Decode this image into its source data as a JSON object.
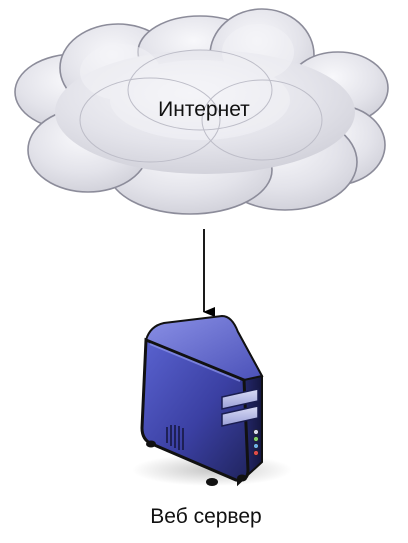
{
  "diagram": {
    "nodes": [
      {
        "id": "internet",
        "kind": "cloud",
        "label": "Интернет"
      },
      {
        "id": "web-server",
        "kind": "server",
        "label": "Веб сервер"
      }
    ],
    "edges": [
      {
        "from": "internet",
        "to": "web-server",
        "style": "arrow"
      }
    ]
  },
  "colors": {
    "cloud_fill": "#e4e4ec",
    "cloud_stroke": "#8c8c9a",
    "server_body": "#3a3f9e",
    "server_dark": "#111111",
    "arrow": "#000000"
  }
}
